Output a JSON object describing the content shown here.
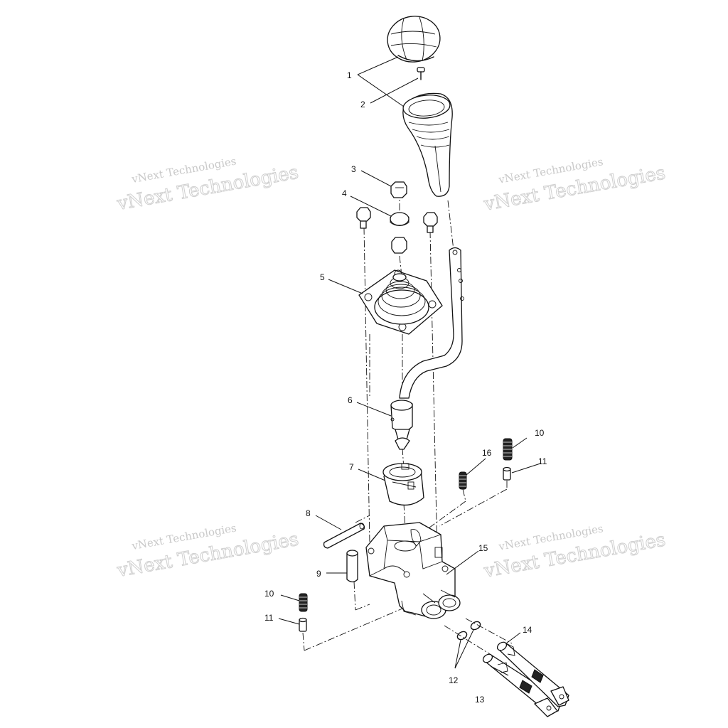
{
  "watermarks": [
    {
      "line1": "vNext Technologies",
      "line2": "vNext Technologies"
    },
    {
      "line1": "vNext Technologies",
      "line2": "vNext Technologies"
    },
    {
      "line1": "vNext Technologies",
      "line2": "vNext Technologies"
    },
    {
      "line1": "vNext Technologies",
      "line2": "vNext Technologies"
    }
  ],
  "callouts": {
    "c1": "1",
    "c2": "2",
    "c3": "3",
    "c4": "4",
    "c5": "5",
    "c6": "6",
    "c7": "7",
    "c8": "8",
    "c9": "9",
    "c10a": "10",
    "c10b": "10",
    "c11a": "11",
    "c11b": "11",
    "c12": "12",
    "c13": "13",
    "c14": "14",
    "c15": "15",
    "c16": "16"
  }
}
